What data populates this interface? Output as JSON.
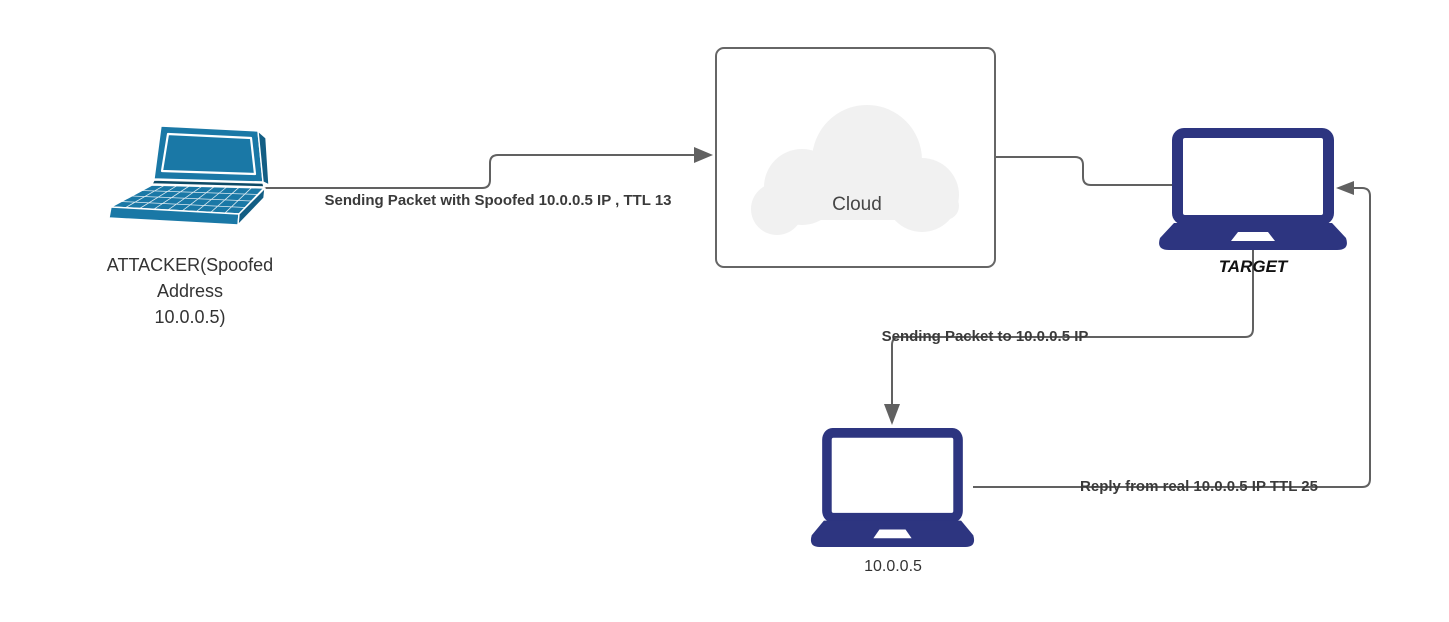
{
  "diagram": {
    "title": "IP spoofing / TTL probe network diagram",
    "nodes": {
      "attacker": {
        "type": "laptop-3d-icon",
        "lines": [
          "ATTACKER(Spoofed",
          "Address",
          "10.0.0.5)"
        ]
      },
      "cloud": {
        "type": "container-box-with-cloud",
        "label": "Cloud"
      },
      "target": {
        "type": "laptop-icon",
        "label": "TARGET"
      },
      "real_host": {
        "type": "laptop-icon",
        "label": "10.0.0.5"
      }
    },
    "edges": [
      {
        "id": "attacker-to-cloud",
        "from": "attacker",
        "to": "cloud",
        "arrow": "right",
        "label": "Sending Packet with Spoofed 10.0.0.5 IP , TTL 13"
      },
      {
        "id": "cloud-to-target",
        "from": "cloud",
        "to": "target",
        "arrow": "none",
        "label": ""
      },
      {
        "id": "target-to-real-host",
        "from": "target",
        "to": "real_host",
        "arrow": "down",
        "label": "Sending Packet to 10.0.0.5 IP"
      },
      {
        "id": "real-host-to-target",
        "from": "real_host",
        "to": "target",
        "arrow": "left",
        "label": "Reply from real 10.0.0.5 IP TTL 25"
      }
    ],
    "colors": {
      "background": "#ffffff",
      "connector": "#616161",
      "edge_label_text": "#3a3a3a",
      "node_label_text": "#333333",
      "attacker_laptop": "#1a78a6",
      "attacker_laptop_dark": "#135e84",
      "navy_laptop": "#2d3580",
      "cloud_fill": "#f1f1f1",
      "box_border": "#666666"
    }
  }
}
